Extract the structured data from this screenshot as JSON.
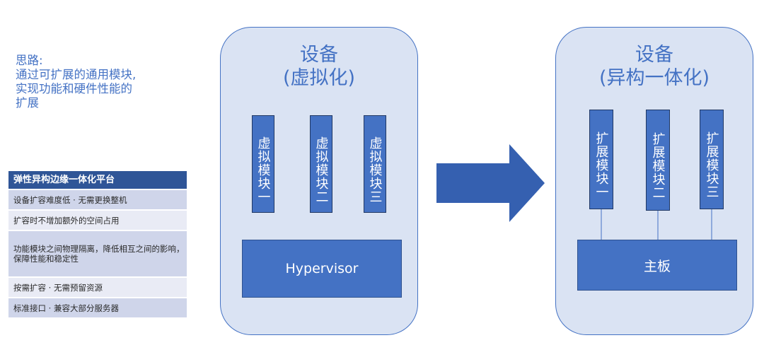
{
  "idea": {
    "lines": [
      "思路:",
      "通过可扩展的通用模块,",
      "实现功能和硬件性能的",
      "扩展"
    ]
  },
  "features": {
    "title": "弹性异构边缘一体化平台",
    "items": [
      "设备扩容难度低 · 无需更换整机",
      "扩容时不增加额外的空间占用",
      "功能模块之间物理隔离，降低相互之间的影响，保障性能和稳定性",
      "按需扩容 · 无需预留资源",
      "标准接口 · 兼容大部分服务器"
    ]
  },
  "device_virtual": {
    "title_line1": "设备",
    "title_line2": "(虚拟化)",
    "modules": [
      "虚拟模块一",
      "虚拟模块二",
      "虚拟模块三"
    ],
    "base": "Hypervisor"
  },
  "device_hetero": {
    "title_line1": "设备",
    "title_line2": "(异构一体化)",
    "modules": [
      "扩展模块一",
      "扩展模块二",
      "扩展模块三"
    ],
    "base": "主板"
  },
  "colors": {
    "accent": "#4472c4",
    "panel_fill": "#dae3f3",
    "header_fill": "#2f5597",
    "arrow": "#3560b0"
  }
}
